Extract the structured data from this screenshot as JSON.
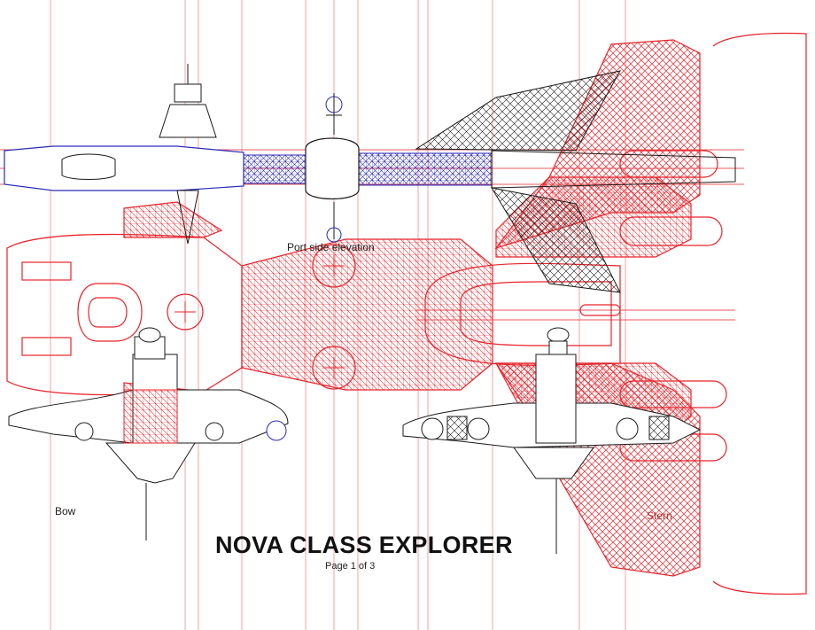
{
  "drawing": {
    "title": "NOVA CLASS EXPLORER",
    "page_label": "Page 1 of 3",
    "views": {
      "port_side": "Port side elevation",
      "bow": "Bow",
      "stern": "Stern"
    }
  },
  "colors": {
    "plan_lines": "#e8232a",
    "elevation_lines": "#2a2ab8",
    "ink": "#1a1a1a",
    "paper": "#ffffff"
  }
}
